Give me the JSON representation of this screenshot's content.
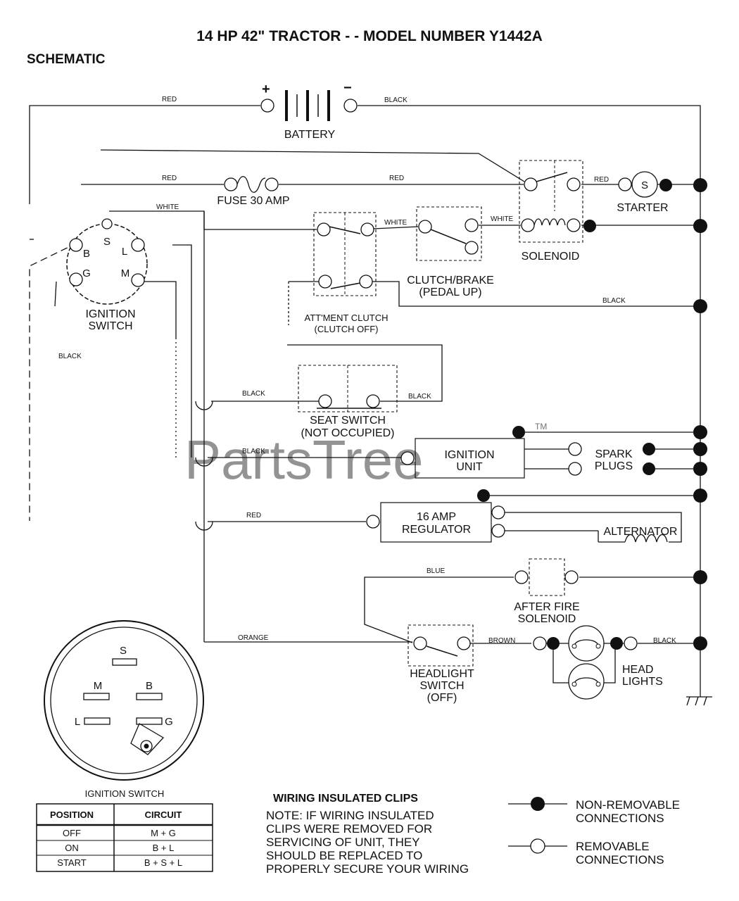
{
  "title": "14 HP 42\" TRACTOR - - MODEL NUMBER Y1442A",
  "section": "SCHEMATIC",
  "components": {
    "battery": "BATTERY",
    "battery_plus": "+",
    "battery_minus": "−",
    "fuse": "FUSE 30 AMP",
    "starter": "STARTER",
    "starter_letter": "S",
    "solenoid": "SOLENOID",
    "clutch_brake_1": "CLUTCH/BRAKE",
    "clutch_brake_2": "(PEDAL UP)",
    "attment_clutch_1": "ATT'MENT CLUTCH",
    "attment_clutch_2": "(CLUTCH OFF)",
    "seat_switch_1": "SEAT SWITCH",
    "seat_switch_2": "(NOT OCCUPIED)",
    "ignition_unit_1": "IGNITION",
    "ignition_unit_2": "UNIT",
    "spark_plugs_1": "SPARK",
    "spark_plugs_2": "PLUGS",
    "regulator_1": "16 AMP",
    "regulator_2": "REGULATOR",
    "alternator": "ALTERNATOR",
    "after_fire_1": "AFTER FIRE",
    "after_fire_2": "SOLENOID",
    "headlight_switch_1": "HEADLIGHT",
    "headlight_switch_2": "SWITCH",
    "headlight_switch_3": "(OFF)",
    "head_lights_1": "HEAD",
    "head_lights_2": "LIGHTS",
    "ignition_switch_1": "IGNITION",
    "ignition_switch_2": "SWITCH"
  },
  "ignition_pins": {
    "s": "S",
    "b": "B",
    "l": "L",
    "g": "G",
    "m": "M"
  },
  "wires": {
    "red_battery": "RED",
    "black_battery": "BLACK",
    "red_fuse": "RED",
    "red_to_solenoid": "RED",
    "red_to_starter": "RED",
    "white_ign": "WHITE",
    "white_clutch": "WHITE",
    "white_solenoid": "WHITE",
    "black_ground": "BLACK",
    "black_left": "BLACK",
    "black_seat_left": "BLACK",
    "black_seat_right": "BLACK",
    "black_ignition_unit": "BLACK",
    "red_regulator": "RED",
    "blue": "BLUE",
    "orange": "ORANGE",
    "brown": "BROWN",
    "black_headlight": "BLACK"
  },
  "ignition_switch_table": {
    "caption": "IGNITION SWITCH",
    "headers": [
      "POSITION",
      "CIRCUIT"
    ],
    "rows": [
      [
        "OFF",
        "M + G"
      ],
      [
        "ON",
        "B + L"
      ],
      [
        "START",
        "B + S + L"
      ]
    ]
  },
  "note": {
    "heading": "WIRING INSULATED CLIPS",
    "lines": [
      "NOTE: IF WIRING INSULATED",
      "CLIPS WERE REMOVED FOR",
      "SERVICING OF UNIT, THEY",
      "SHOULD BE REPLACED TO",
      "PROPERLY SECURE YOUR WIRING"
    ]
  },
  "legend": {
    "non_removable_1": "NON-REMOVABLE",
    "non_removable_2": "CONNECTIONS",
    "removable_1": "REMOVABLE",
    "removable_2": "CONNECTIONS"
  },
  "watermark": {
    "text": "PartsTree",
    "tm": "TM"
  }
}
